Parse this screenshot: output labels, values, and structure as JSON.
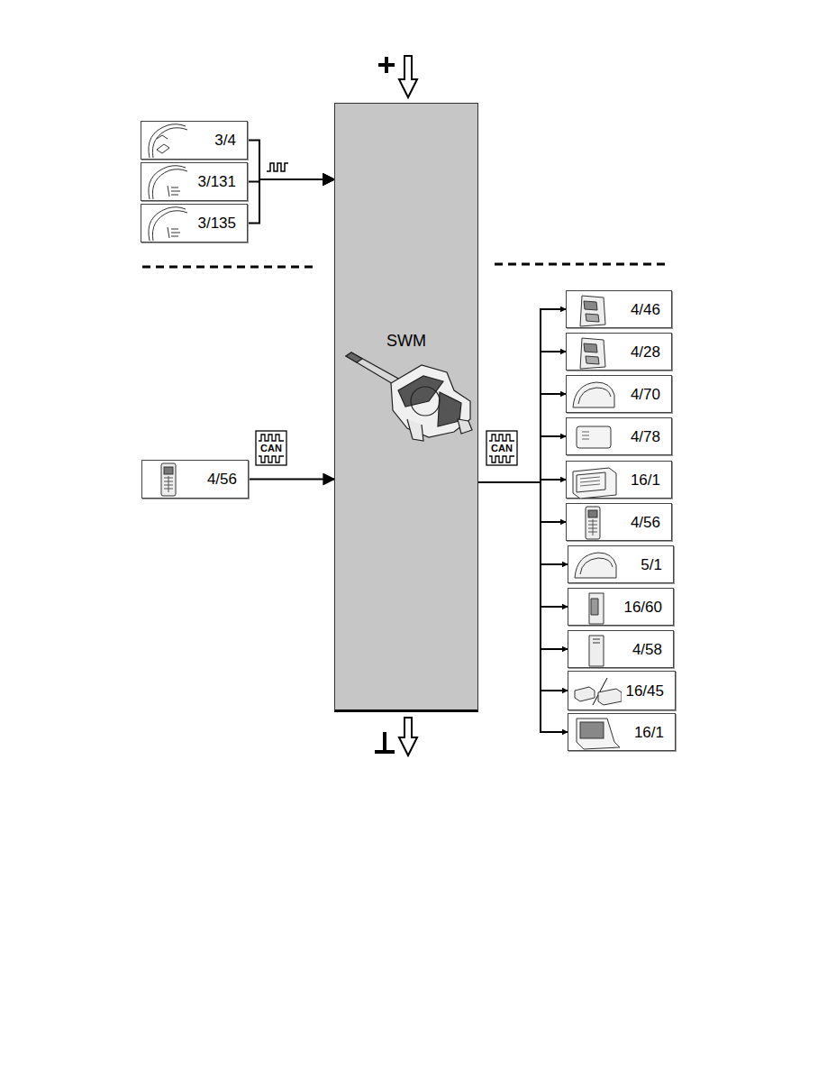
{
  "diagram": {
    "nodes": [
      {
        "text": [
          "3/4"
        ]
      },
      {
        "text": [
          "3/131"
        ]
      },
      {
        "text": [
          "3/135"
        ]
      },
      {
        "text": [
          "SWM"
        ]
      },
      {
        "text": [
          "4/56"
        ]
      },
      {
        "text": [
          "4/46"
        ]
      },
      {
        "text": [
          "4/28"
        ]
      },
      {
        "text": [
          "4/70"
        ]
      },
      {
        "text": [
          "4/78"
        ]
      },
      {
        "text": [
          "16/1"
        ]
      },
      {
        "text": [
          "4/56"
        ]
      },
      {
        "text": [
          "5/1"
        ]
      },
      {
        "text": [
          "16/60"
        ]
      },
      {
        "text": [
          "4/58"
        ]
      },
      {
        "text": [
          "16/45"
        ]
      },
      {
        "text": [
          "16/1"
        ]
      }
    ],
    "edges": [
      {
        "from": 0,
        "to": 3,
        "arrow": "to"
      },
      {
        "from": 1,
        "to": 3,
        "arrow": "to"
      },
      {
        "from": 2,
        "to": 3,
        "arrow": "to"
      },
      {
        "from": 4,
        "to": 3,
        "arrow": "to"
      },
      {
        "from": 3,
        "to": 5,
        "arrow": "to"
      },
      {
        "from": 3,
        "to": 6,
        "arrow": "to"
      },
      {
        "from": 3,
        "to": 7,
        "arrow": "to"
      },
      {
        "from": 3,
        "to": 8,
        "arrow": "to"
      },
      {
        "from": 3,
        "to": 9,
        "arrow": "to"
      },
      {
        "from": 3,
        "to": 10,
        "arrow": "to"
      },
      {
        "from": 3,
        "to": 11,
        "arrow": "to"
      },
      {
        "from": 3,
        "to": 12,
        "arrow": "to"
      },
      {
        "from": 3,
        "to": 13,
        "arrow": "to"
      },
      {
        "from": 3,
        "to": 14,
        "arrow": "to"
      },
      {
        "from": 3,
        "to": 15,
        "arrow": "to"
      }
    ],
    "labels": [
      "CAN",
      "CAN"
    ]
  }
}
